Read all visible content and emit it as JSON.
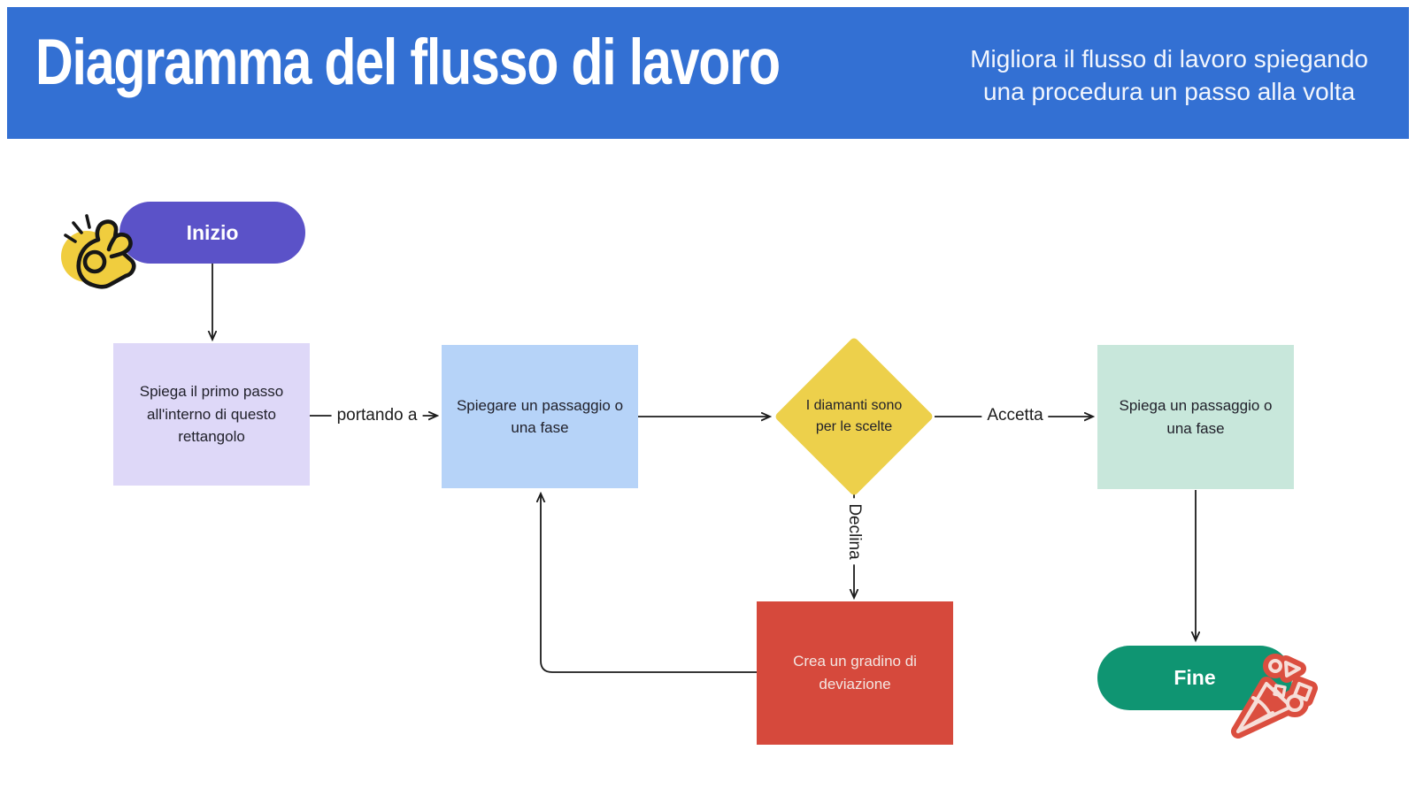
{
  "header": {
    "title": "Diagramma del flusso di lavoro",
    "subtitle": "Migliora il flusso di lavoro spiegando\nuna procedura un passo alla volta",
    "bg": "#3370d3",
    "text_color": "#ffffff"
  },
  "nodes": {
    "start": {
      "label": "Inizio",
      "color": "#5b52c8",
      "shape": "pill"
    },
    "step1": {
      "text": "Spiega il primo passo all'interno di questo rettangolo",
      "color": "#ded8f8",
      "shape": "rectangle"
    },
    "step2": {
      "text": "Spiegare un passaggio o una fase",
      "color": "#b6d3f8",
      "shape": "rectangle"
    },
    "decision": {
      "text": "I diamanti sono per le scelte",
      "color": "#edd04b",
      "shape": "diamond"
    },
    "step3": {
      "text": "Spiega un passaggio o una fase",
      "color": "#c8e7db",
      "shape": "rectangle"
    },
    "deviation": {
      "text": "Crea un gradino di deviazione",
      "color": "#d6493c",
      "shape": "rectangle"
    },
    "end": {
      "label": "Fine",
      "color": "#0f9572",
      "shape": "pill"
    }
  },
  "edges": {
    "start_to_step1": {
      "label": ""
    },
    "step1_to_step2": {
      "label": "portando a"
    },
    "step2_to_decision": {
      "label": ""
    },
    "decision_to_step3": {
      "label": "Accetta"
    },
    "decision_to_deviation": {
      "label": "Declina"
    },
    "deviation_to_step2": {
      "label": ""
    },
    "step3_to_end": {
      "label": ""
    }
  },
  "icons": {
    "ok_hand": {
      "name": "ok-hand-icon",
      "color": "#f0cd3e",
      "outline": "#161616"
    },
    "party_popper": {
      "name": "party-popper-icon",
      "color": "#db4e3f",
      "detail": "#f6ded8"
    }
  },
  "line_color": "#1c1c1c"
}
